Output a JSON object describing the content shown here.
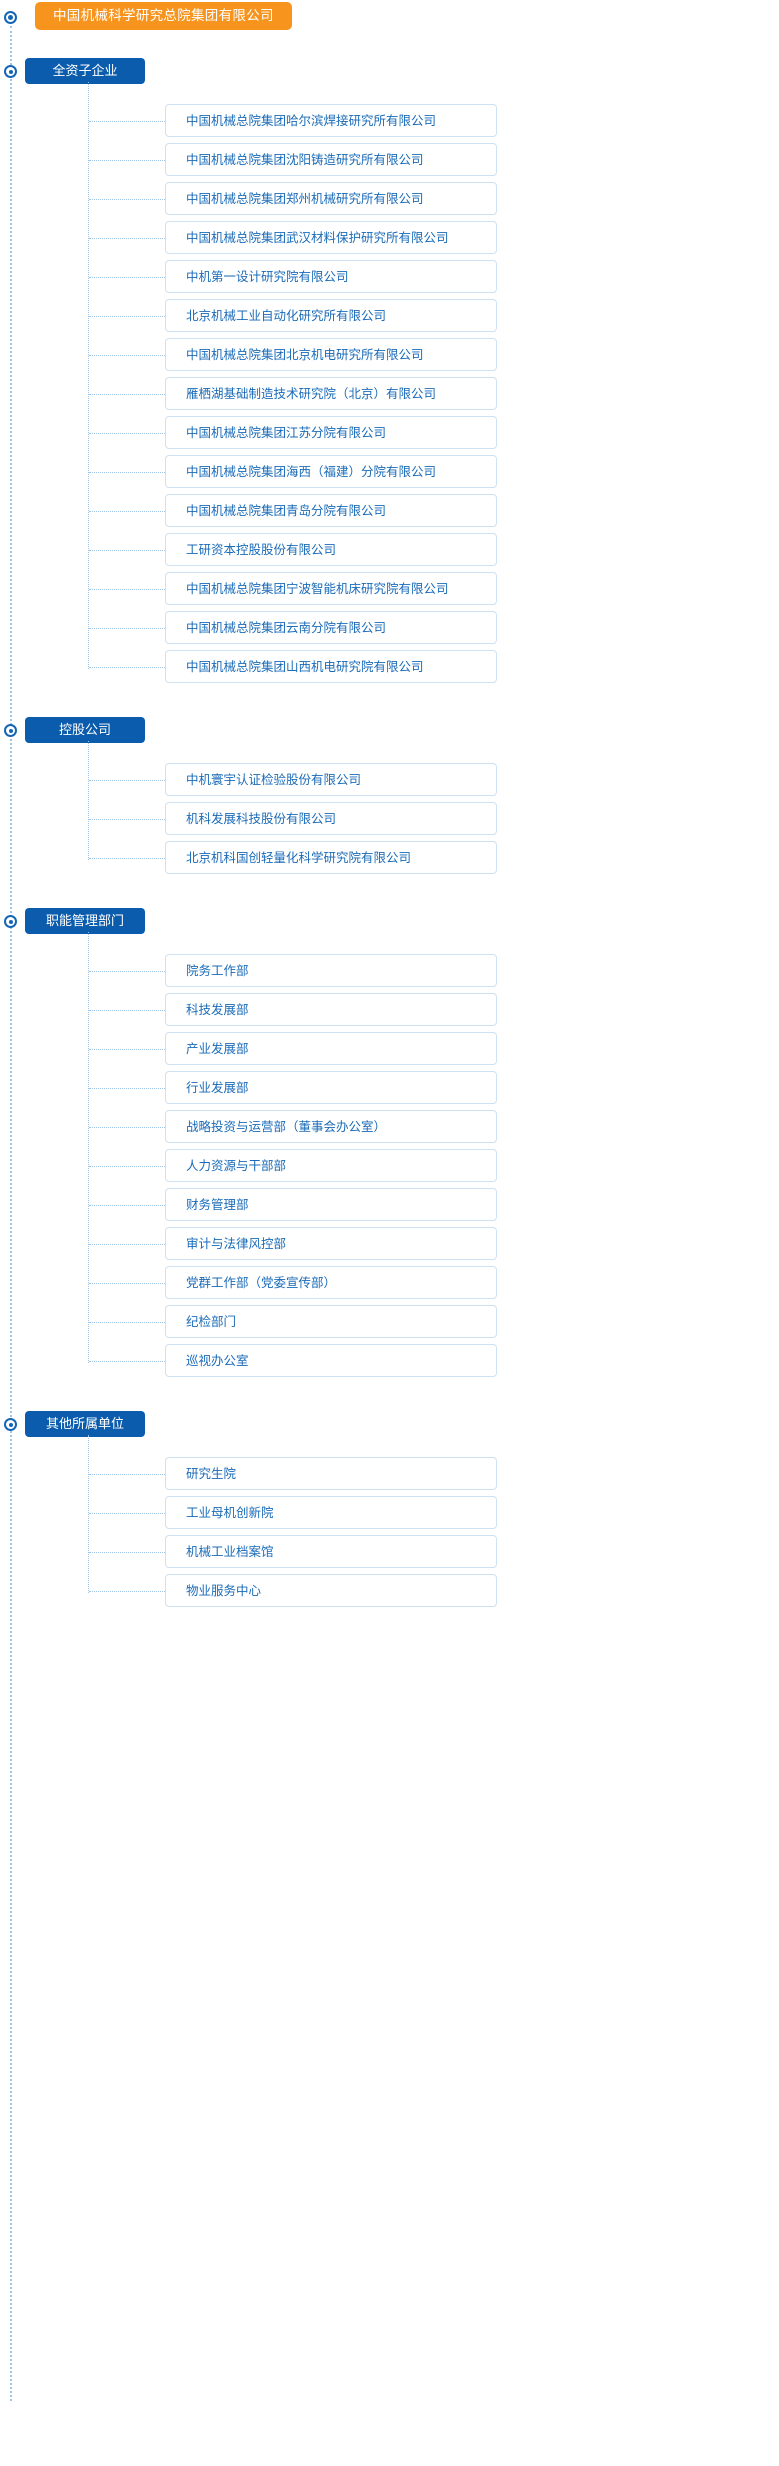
{
  "root": {
    "label": "中国机械科学研究总院集团有限公司",
    "color": "#f7941d"
  },
  "theme": {
    "badge_color": "#0b5cad",
    "card_border": "#cfe2f3",
    "card_text": "#1a6bb8",
    "line_color": "#9dc3e6"
  },
  "groups": [
    {
      "label": "全资子企业",
      "items": [
        {
          "label": "中国机械总院集团哈尔滨焊接研究所有限公司"
        },
        {
          "label": "中国机械总院集团沈阳铸造研究所有限公司"
        },
        {
          "label": "中国机械总院集团郑州机械研究所有限公司"
        },
        {
          "label": "中国机械总院集团武汉材料保护研究所有限公司"
        },
        {
          "label": "中机第一设计研究院有限公司"
        },
        {
          "label": "北京机械工业自动化研究所有限公司"
        },
        {
          "label": "中国机械总院集团北京机电研究所有限公司"
        },
        {
          "label": "雁栖湖基础制造技术研究院（北京）有限公司"
        },
        {
          "label": "中国机械总院集团江苏分院有限公司"
        },
        {
          "label": "中国机械总院集团海西（福建）分院有限公司"
        },
        {
          "label": "中国机械总院集团青岛分院有限公司"
        },
        {
          "label": "工研资本控股股份有限公司"
        },
        {
          "label": "中国机械总院集团宁波智能机床研究院有限公司"
        },
        {
          "label": "中国机械总院集团云南分院有限公司"
        },
        {
          "label": "中国机械总院集团山西机电研究院有限公司"
        }
      ]
    },
    {
      "label": "控股公司",
      "items": [
        {
          "label": "中机寰宇认证检验股份有限公司"
        },
        {
          "label": "机科发展科技股份有限公司"
        },
        {
          "label": "北京机科国创轻量化科学研究院有限公司"
        }
      ]
    },
    {
      "label": "职能管理部门",
      "items": [
        {
          "label": "院务工作部"
        },
        {
          "label": "科技发展部"
        },
        {
          "label": "产业发展部"
        },
        {
          "label": "行业发展部"
        },
        {
          "label": "战略投资与运营部（董事会办公室）"
        },
        {
          "label": "人力资源与干部部"
        },
        {
          "label": "财务管理部"
        },
        {
          "label": "审计与法律风控部"
        },
        {
          "label": "党群工作部（党委宣传部）"
        },
        {
          "label": "纪检部门"
        },
        {
          "label": "巡视办公室"
        }
      ]
    },
    {
      "label": "其他所属单位",
      "items": [
        {
          "label": "研究生院"
        },
        {
          "label": "工业母机创新院"
        },
        {
          "label": "机械工业档案馆"
        },
        {
          "label": "物业服务中心"
        }
      ]
    }
  ]
}
